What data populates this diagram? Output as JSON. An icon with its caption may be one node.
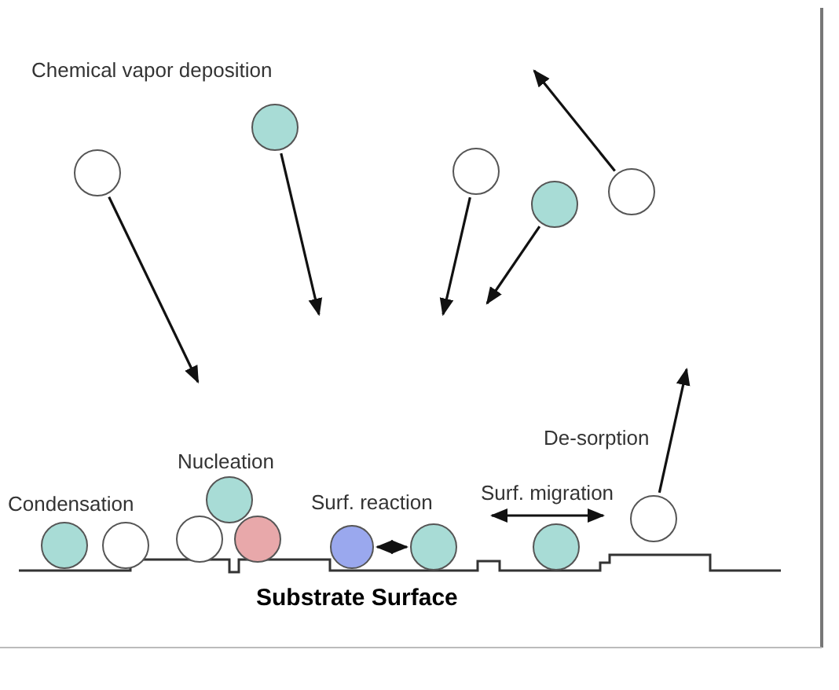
{
  "diagram": {
    "title": "Chemical vapor deposition",
    "nodes": [
      {
        "text": [],
        "shape": "circle"
      },
      {
        "text": [],
        "shape": "circle"
      },
      {
        "text": [],
        "shape": "circle"
      },
      {
        "text": [],
        "shape": "circle"
      },
      {
        "text": [],
        "shape": "circle"
      },
      {
        "text": [],
        "shape": "circle"
      },
      {
        "text": [],
        "shape": "circle"
      },
      {
        "text": [],
        "shape": "circle"
      },
      {
        "text": [],
        "shape": "circle"
      },
      {
        "text": [],
        "shape": "circle"
      },
      {
        "text": [],
        "shape": "circle"
      },
      {
        "text": [],
        "shape": "circle"
      },
      {
        "text": [],
        "shape": "circle"
      },
      {
        "text": [],
        "shape": "circle"
      }
    ],
    "edges": [
      {
        "from": 0,
        "to": null,
        "arrow": "to"
      },
      {
        "from": 1,
        "to": null,
        "arrow": "to"
      },
      {
        "from": 2,
        "to": null,
        "arrow": "to"
      },
      {
        "from": 3,
        "to": null,
        "arrow": "to"
      },
      {
        "from": 4,
        "to": null,
        "arrow": "to"
      },
      {
        "from": 11,
        "to": 12,
        "arrow": "both"
      },
      {
        "from": 13,
        "to": null,
        "arrow": "to"
      }
    ],
    "labels": [
      "Nucleation",
      "Condensation",
      "Surf. reaction",
      "Surf. migration",
      "De-sorption",
      "Substrate Surface"
    ]
  }
}
